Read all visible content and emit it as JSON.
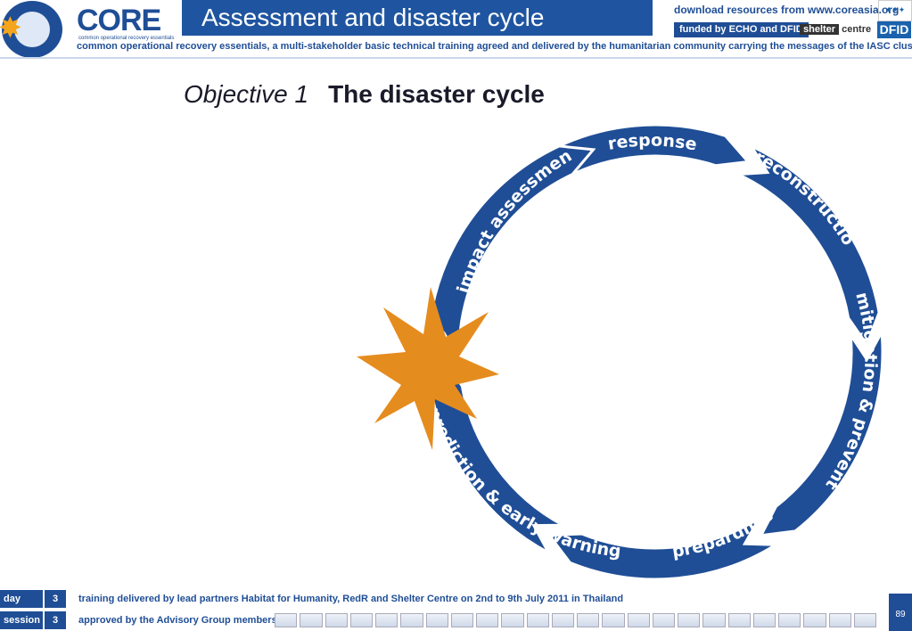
{
  "header": {
    "logo_text": "CORE",
    "logo_sub": "common operational recovery essentials",
    "title": "Assessment and disaster cycle",
    "download": "download resources from www.coreasia.org",
    "funded": "funded by ECHO and DFID",
    "shelter_a": "shelter",
    "shelter_b": "centre",
    "dfid": "DFID",
    "tagline": "common operational recovery essentials, a multi-stakeholder basic technical training agreed and delivered by the humanitarian community carrying the messages of the IASC clusters"
  },
  "objective": {
    "label": "Objective 1",
    "title": "The disaster cycle"
  },
  "cycle": {
    "segments": [
      "response",
      "reconstruction",
      "mitigation & prevention",
      "prepardness",
      "prediction & early warning",
      "impact assessment"
    ],
    "color": "#1f4e96",
    "star_color": "#e58c1f"
  },
  "footer": {
    "day_label": "day",
    "day_value": "3",
    "session_label": "session",
    "session_value": "3",
    "line1": "training delivered by lead partners Habitat for Humanity, RedR and Shelter Centre on 2nd to 9th July 2011 in Thailand",
    "line2": "approved by the Advisory Group members",
    "page": "89"
  }
}
